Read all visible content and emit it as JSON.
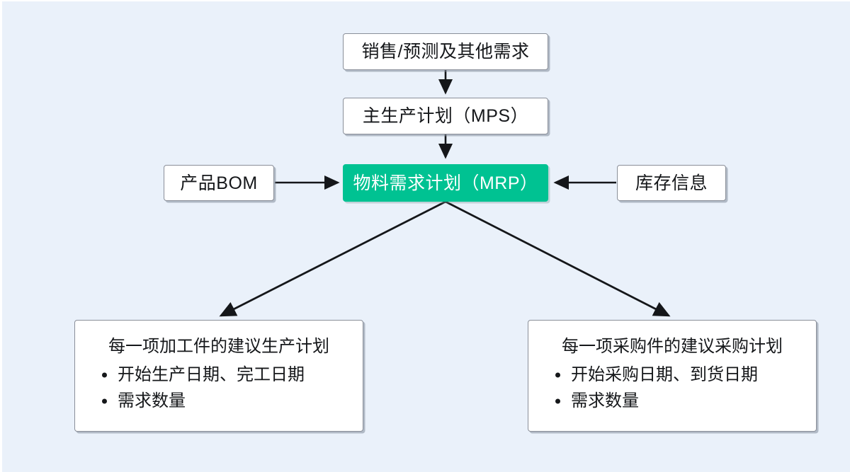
{
  "diagram": {
    "type": "flowchart",
    "title_text": "",
    "background_color": "#eaf1fa",
    "accent_color": "#00c292",
    "nodes": {
      "demand": {
        "label": "销售/预测及其他需求"
      },
      "mps": {
        "label": "主生产计划（MPS）"
      },
      "mrp": {
        "label": "物料需求计划（MRP）"
      },
      "bom": {
        "label": "产品BOM"
      },
      "inventory": {
        "label": "库存信息"
      },
      "production_plan": {
        "title": "每一项加工件的建议生产计划",
        "items": [
          "开始生产日期、完工日期",
          "需求数量"
        ]
      },
      "purchase_plan": {
        "title": "每一项采购件的建议采购计划",
        "items": [
          "开始采购日期、到货日期",
          "需求数量"
        ]
      }
    },
    "edges": [
      {
        "from": "demand",
        "to": "mps",
        "direction": "down"
      },
      {
        "from": "mps",
        "to": "mrp",
        "direction": "down"
      },
      {
        "from": "bom",
        "to": "mrp",
        "direction": "right"
      },
      {
        "from": "inventory",
        "to": "mrp",
        "direction": "left"
      },
      {
        "from": "mrp",
        "to": "production_plan",
        "direction": "down-left"
      },
      {
        "from": "mrp",
        "to": "purchase_plan",
        "direction": "down-right"
      }
    ]
  }
}
